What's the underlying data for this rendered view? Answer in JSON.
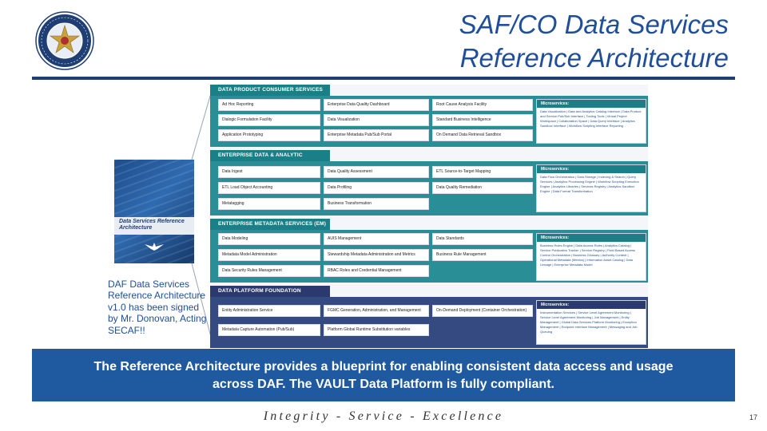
{
  "header": {
    "title_line1": "SAF/CO Data Services",
    "title_line2": "Reference Architecture"
  },
  "colors": {
    "title": "#1f4e9a",
    "rule": "#1f3f74",
    "banner": "#1f5aa0",
    "section_header": "#1b7f87",
    "platform_header": "#2b3a6e"
  },
  "document_cover": {
    "title": "Data Services Reference Architecture"
  },
  "caption": "DAF Data Services Reference Architecture v1.0 has been signed by Mr. Donovan, Acting SECAF!!",
  "architecture": {
    "sections": [
      {
        "header": "DATA PRODUCT CONSUMER SERVICES",
        "cells": [
          "Ad Hoc Reporting",
          "Enterprise Data Quality Dashboard",
          "Root Cause Analysis Facility",
          "Dialogic Formulation Facility",
          "Data Visualization",
          "Standard Business Intelligence",
          "Application Prototyping",
          "Enterprise Metadata Pub/Sub Portal",
          "On Demand Data Retrieval Sandbox"
        ],
        "micro_label": "Microservices:",
        "micro_text": "Data Visualization | Data and Analytics Catalog Interface | Data Product and Service Pub/Sub Interface | Tooling Tools | Virtual Project Workspace | Collaboration Space | Data Query Interface | Analytics Sandbox Interface | Workflow Scripting Interface Reporting"
      },
      {
        "header": "ENTERPRISE DATA & ANALYTIC SERVICES",
        "cells": [
          "Data Ingest",
          "Data Quality Assessment",
          "ETL Source-to-Target Mapping",
          "ETL Load Object Accounting",
          "Data Profiling",
          "Data Quality Remediation",
          "Metatagging",
          "Business Transformation",
          ""
        ],
        "micro_label": "Microservices:",
        "micro_text": "Data Flow Orchestration | Data Storage | Indexing & Search | Query Services | Analytics Processing Engine | Workflow Scripting Execution Engine | Analytics Libraries | Services Registry | Analytics Sandbox Engine | Data Format Transformation"
      },
      {
        "header": "ENTERPRISE METADATA SERVICES (EM)",
        "cells": [
          "Data Modeling",
          "AUIS Management",
          "Data Standards",
          "Metadata Model Administration",
          "Stewardship Metadata Administration and Metrics",
          "Business Rule Management",
          "Data Security Rules Management",
          "RBAC Roles and Credential Management",
          ""
        ],
        "micro_label": "Microservices:",
        "micro_text": "Business Rules Engine | Data Access Rules | Analytics Catalog | Service Publication Tracker | Service Registry | Field Based Access Control Orchestration | Business Glossary | Authority Content | Operational Metadata (Metrics) | Information Asset Catalog | Data Lineage | Enterprise Metadata Model"
      },
      {
        "header": "DATA PLATFORM FOUNDATION SERVICES",
        "cells": [
          "Entity Administration Service",
          "FGMC Generation, Administration, and Management",
          "On-Demand Deployment (Container Orchestration)",
          "Metadata Capture Automation (Pub/Sub)",
          "Platform Global Runtime Substitution variables",
          ""
        ],
        "micro_label": "Microservices:",
        "micro_text": "Instrumentation Services | Service Level Agreement Monitoring | Service Level Agreement Monitoring | Job Management | Entity Management | Global Data Services Platform Monitoring | Exception Management | Endpoint Interface Management | Messaging and Job Queuing"
      }
    ]
  },
  "banner": {
    "line1": "The Reference Architecture provides a blueprint for enabling consistent data access and usage",
    "line2": "across DAF. The VAULT Data Platform is fully compliant."
  },
  "footer": {
    "motto": "Integrity - Service - Excellence",
    "page_number": "17"
  }
}
